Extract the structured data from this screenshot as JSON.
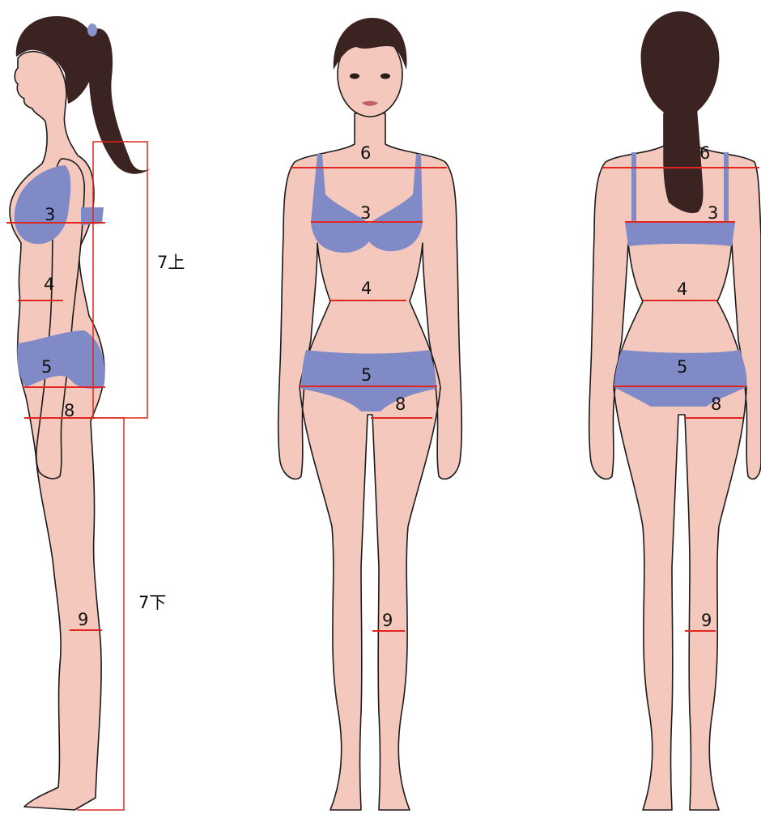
{
  "colors": {
    "skin": "#f5c8bd",
    "outline": "#1b1b1b",
    "hair": "#3a2320",
    "garment": "#7f8ac7",
    "measure_line": "#e0261f",
    "background": "#ffffff"
  },
  "figures": {
    "side": {
      "labels": {
        "m3": "3",
        "m4": "4",
        "m5": "5",
        "m8": "8",
        "m9": "9",
        "upper": "7上",
        "lower": "7下"
      }
    },
    "front": {
      "labels": {
        "m6": "6",
        "m3": "3",
        "m4": "4",
        "m5": "5",
        "m8": "8",
        "m9": "9"
      }
    },
    "back": {
      "labels": {
        "m6": "6",
        "m3": "3",
        "m4": "4",
        "m5": "5",
        "m8": "8",
        "m9": "9"
      }
    }
  }
}
